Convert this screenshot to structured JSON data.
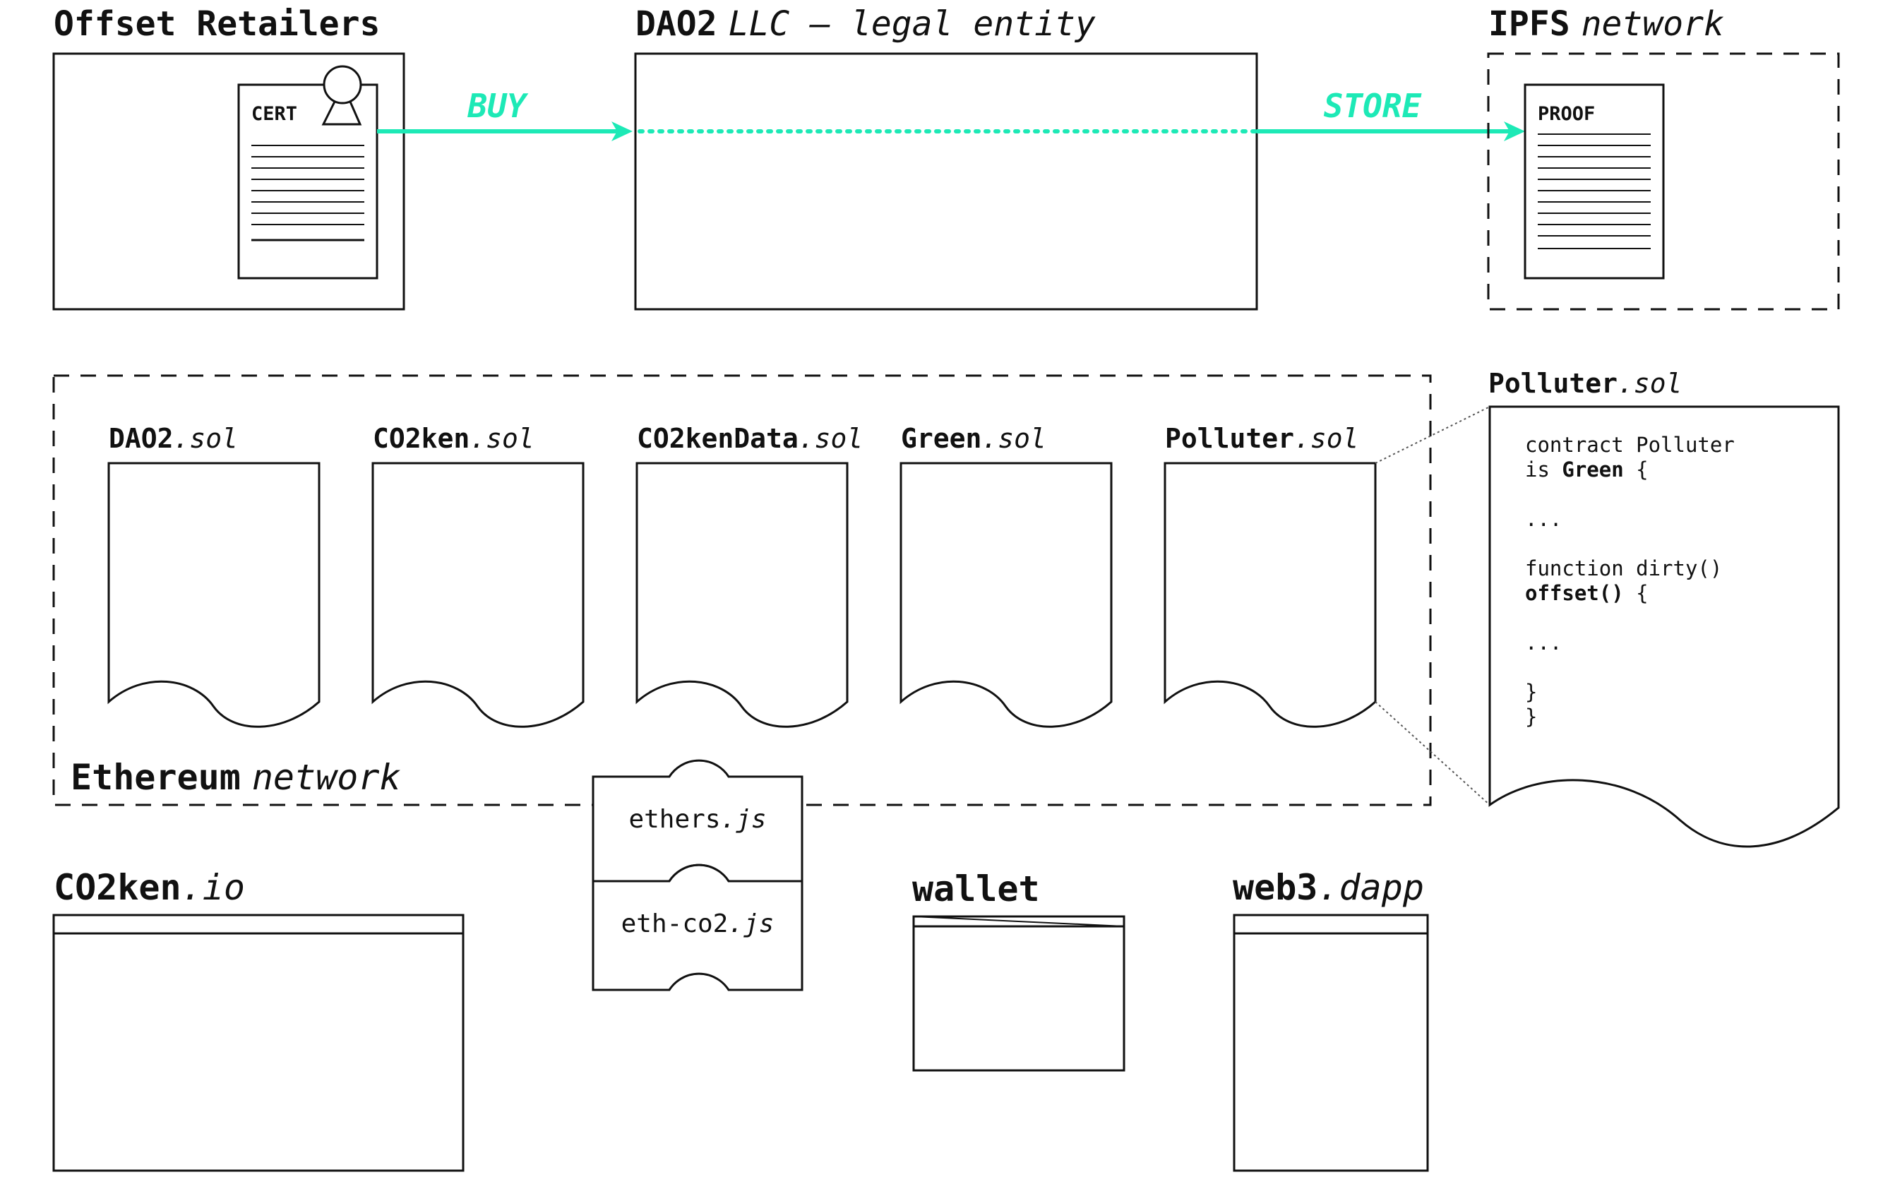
{
  "colors": {
    "accent": "#1de9b6",
    "ink": "#111111",
    "background": "#ffffff"
  },
  "offset_retailers": {
    "title": "Offset Retailers",
    "cert_label": "CERT"
  },
  "dao2": {
    "title_bold": "DAO2",
    "title_italic": "LLC — legal entity"
  },
  "ipfs": {
    "title_bold": "IPFS",
    "title_italic": "network",
    "proof_label": "PROOF"
  },
  "arrows": {
    "buy": "BUY",
    "store": "STORE"
  },
  "ethereum": {
    "title_bold": "Ethereum",
    "title_italic": "network",
    "contracts": [
      {
        "name": "DAO2",
        "ext": ".sol"
      },
      {
        "name": "CO2ken",
        "ext": ".sol"
      },
      {
        "name": "CO2kenData",
        "ext": ".sol"
      },
      {
        "name": "Green",
        "ext": ".sol"
      },
      {
        "name": "Polluter",
        "ext": ".sol"
      }
    ]
  },
  "polluter_detail": {
    "title_bold": "Polluter",
    "title_italic": ".sol",
    "code": [
      {
        "pre": "contract Polluter",
        "bold": "",
        "post": ""
      },
      {
        "pre": "  is ",
        "bold": "Green",
        "post": " {"
      },
      {
        "pre": "",
        "bold": "",
        "post": ""
      },
      {
        "pre": "    ...",
        "bold": "",
        "post": ""
      },
      {
        "pre": "",
        "bold": "",
        "post": ""
      },
      {
        "pre": "    function dirty()",
        "bold": "",
        "post": ""
      },
      {
        "pre": "      ",
        "bold": "offset()",
        "post": " {"
      },
      {
        "pre": "",
        "bold": "",
        "post": ""
      },
      {
        "pre": "        ...",
        "bold": "",
        "post": ""
      },
      {
        "pre": "",
        "bold": "",
        "post": ""
      },
      {
        "pre": "    }",
        "bold": "",
        "post": ""
      },
      {
        "pre": "}",
        "bold": "",
        "post": ""
      }
    ]
  },
  "libraries": [
    {
      "name": "ethers",
      "ext": ".js"
    },
    {
      "name": "eth-co2",
      "ext": ".js"
    }
  ],
  "co2ken_io": {
    "title_bold": "CO2ken",
    "title_italic": ".io"
  },
  "wallet": {
    "title_bold": "wallet"
  },
  "web3": {
    "title_bold": "web3",
    "title_italic": ".dapp"
  }
}
